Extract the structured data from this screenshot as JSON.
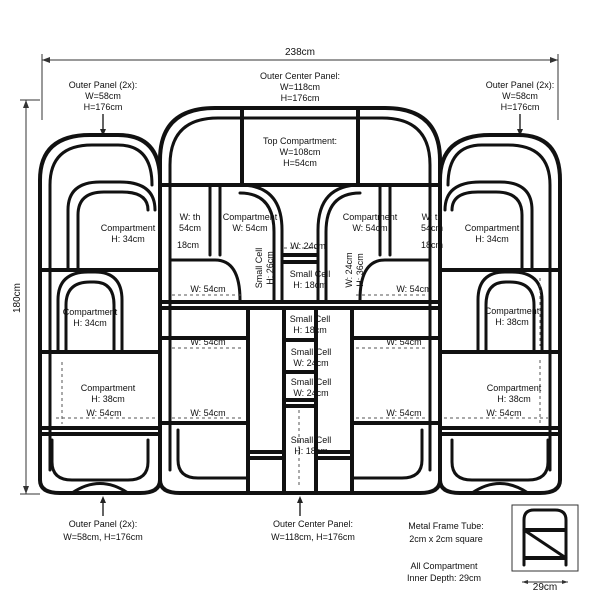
{
  "overall": {
    "width": "238cm",
    "height": "180cm"
  },
  "outer_panel_top_left": {
    "title": "Outer Panel (2x):",
    "width": "W=58cm",
    "height": "H=176cm"
  },
  "outer_center_top": {
    "title": "Outer Center Panel:",
    "width": "W=118cm",
    "height": "H=176cm"
  },
  "outer_panel_top_right": {
    "title": "Outer Panel (2x):",
    "width": "W=58cm",
    "height": "H=176cm"
  },
  "top_compartment": {
    "title": "Top Compartment:",
    "width": "W=108cm",
    "height": "H=54cm"
  },
  "left_panel": {
    "compartment_upper": {
      "title": "Compartment",
      "dim": "H: 34cm"
    },
    "compartment_mid": {
      "title": "Compartment",
      "dim": "H: 34cm"
    },
    "compartment_low": {
      "title": "Compartment",
      "dim": "H: 38cm"
    },
    "width_low": "W: 54cm"
  },
  "right_panel": {
    "compartment_upper": {
      "title": "Compartment",
      "dim": "H: 34cm"
    },
    "compartment_mid": {
      "title": "Compartment",
      "dim": "H: 38cm"
    },
    "compartment_low": {
      "title": "Compartment",
      "dim": "H: 38cm"
    },
    "width_low": "W: 54cm"
  },
  "center": {
    "left_th_w": "W: th",
    "left_th_h": "54cm",
    "left_comp_title": "Compartment",
    "left_comp_dim": "W: 54cm",
    "left_18": "18cm",
    "right_comp_title": "Compartment",
    "right_comp_dim": "W: 54cm",
    "right_th_w": "W: th",
    "right_th_h": "54cm",
    "right_18": "18cm",
    "mid_w24": "W: 24cm",
    "small_cell_v_title": "Small Cell",
    "small_cell_v_dim": "H: 26cm",
    "small_cell_1": {
      "title": "Small Cell",
      "dim": "H: 18cm"
    },
    "small_cell_2": {
      "title": "Small Cell",
      "dim": "H: 18cm"
    },
    "small_cell_3": {
      "title": "Small Cell",
      "dim": "W: 24cm"
    },
    "small_cell_4": {
      "title": "Small Cell",
      "dim": "W: 24cm"
    },
    "small_cell_5": {
      "title": "Small Cell",
      "dim": "H: 18cm"
    },
    "right_v_w": "W: 24cm",
    "right_v_h": "H: 36cm",
    "w54_a": "W: 54cm",
    "w54_b": "W: 54cm",
    "w54_c": "W: 54cm",
    "w54_d": "W: 54cm",
    "w54_e": "W: 54cm",
    "w54_f": "W: 54cm"
  },
  "outer_panel_bottom_left": {
    "title": "Outer Panel (2x):",
    "dims": "W=58cm, H=176cm"
  },
  "outer_center_bottom": {
    "title": "Outer Center Panel:",
    "dims": "W=118cm, H=176cm"
  },
  "frame_tube": {
    "title": "Metal Frame Tube:",
    "dims": "2cm x 2cm square"
  },
  "depth": {
    "title": "All Compartment",
    "dims": "Inner Depth: 29cm"
  },
  "depth_width": "29cm",
  "colors": {
    "frame": "#111111",
    "dim_line": "#333333",
    "background": "#ffffff"
  }
}
